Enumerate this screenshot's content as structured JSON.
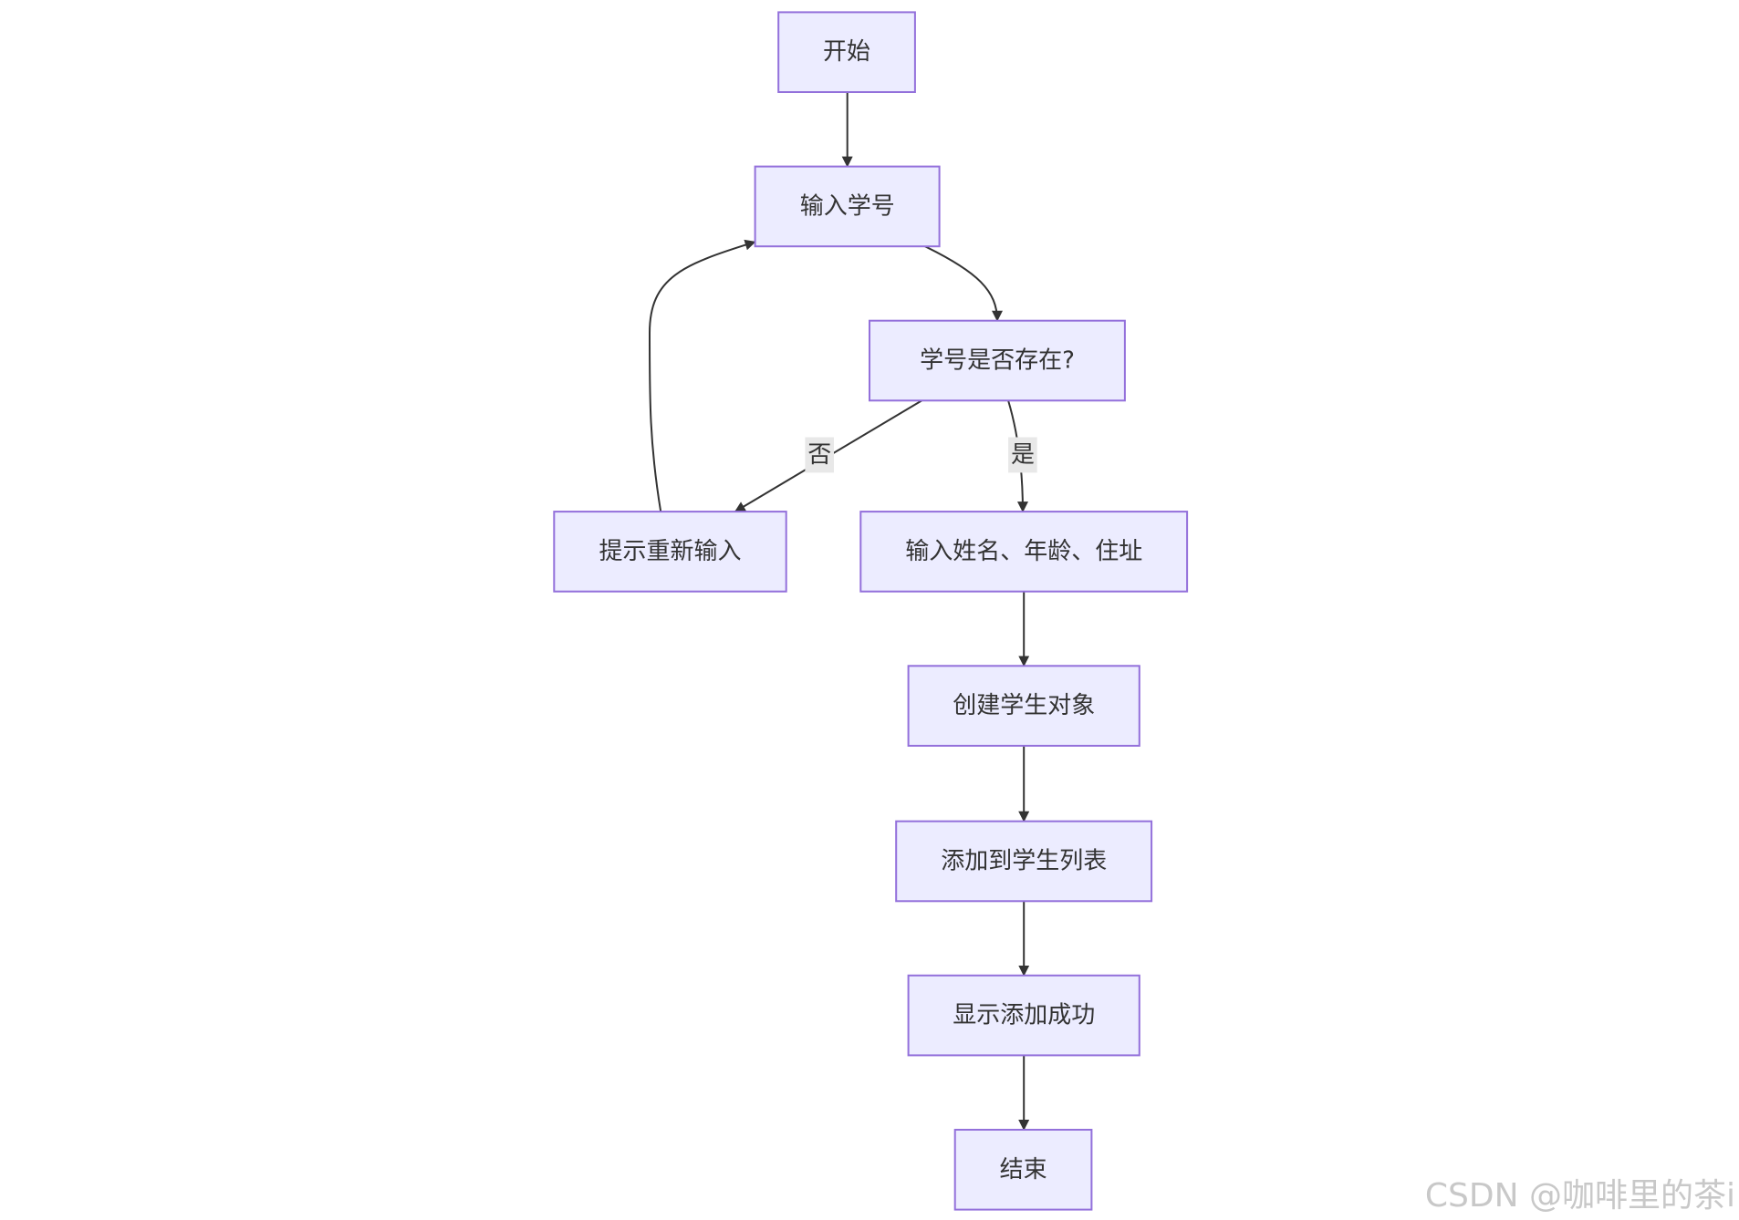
{
  "diagram": {
    "type": "flowchart",
    "colors": {
      "node_fill": "#ECECFF",
      "node_stroke": "#9370DB",
      "edge": "#333333",
      "text": "#333333",
      "label_bg": "#e8e8e8"
    },
    "nodes": [
      {
        "id": "start",
        "label": "开始"
      },
      {
        "id": "input_id",
        "label": "输入学号"
      },
      {
        "id": "check_exists",
        "label": "学号是否存在?"
      },
      {
        "id": "retry_prompt",
        "label": "提示重新输入"
      },
      {
        "id": "input_details",
        "label": "输入姓名、年龄、住址"
      },
      {
        "id": "create_student",
        "label": "创建学生对象"
      },
      {
        "id": "add_to_list",
        "label": "添加到学生列表"
      },
      {
        "id": "show_success",
        "label": "显示添加成功"
      },
      {
        "id": "end",
        "label": "结束"
      }
    ],
    "edges": [
      {
        "from": "start",
        "to": "input_id",
        "label": ""
      },
      {
        "from": "input_id",
        "to": "check_exists",
        "label": ""
      },
      {
        "from": "check_exists",
        "to": "retry_prompt",
        "label": "否"
      },
      {
        "from": "check_exists",
        "to": "input_details",
        "label": "是"
      },
      {
        "from": "retry_prompt",
        "to": "input_id",
        "label": ""
      },
      {
        "from": "input_details",
        "to": "create_student",
        "label": ""
      },
      {
        "from": "create_student",
        "to": "add_to_list",
        "label": ""
      },
      {
        "from": "add_to_list",
        "to": "show_success",
        "label": ""
      },
      {
        "from": "show_success",
        "to": "end",
        "label": ""
      }
    ]
  },
  "watermark": {
    "text": "CSDN @咖啡里的茶i"
  }
}
